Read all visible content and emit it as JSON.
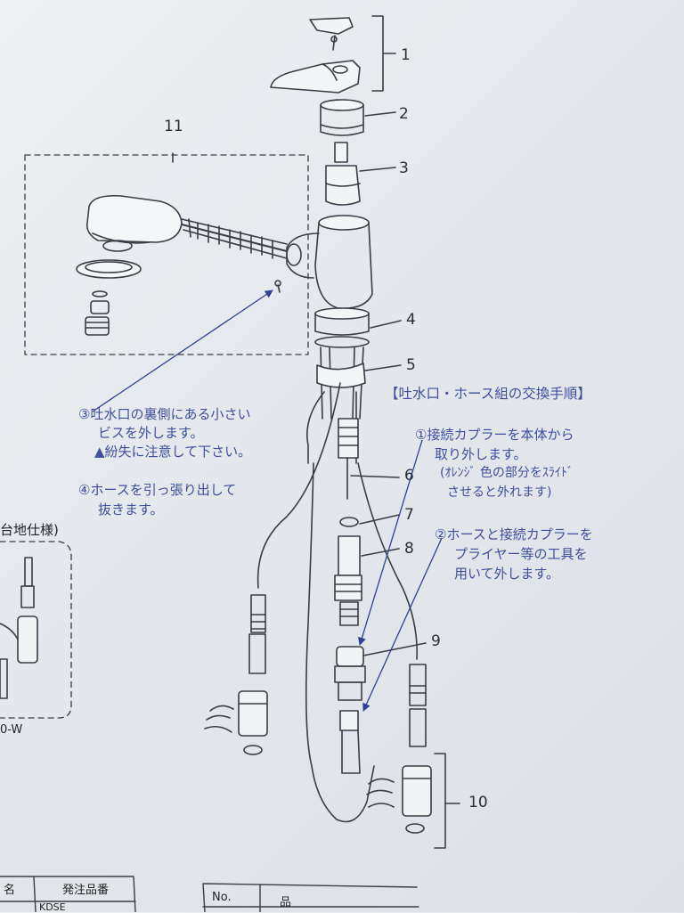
{
  "parts": {
    "p1": "1",
    "p2": "2",
    "p3": "3",
    "p4": "4",
    "p5": "5",
    "p6": "6",
    "p7": "7",
    "p8": "8",
    "p9": "9",
    "p10": "10",
    "p11": "11"
  },
  "procedure": {
    "title": "【吐水口・ホース組の交換手順】",
    "step1": [
      "①接続カプラーを本体から",
      "取り外します。",
      "(ｵﾚﾝｼﾞ 色の部分をｽﾗｲﾄﾞ",
      "させると外れます)"
    ],
    "step2": [
      "②ホースと接続カプラーを",
      "プライヤー等の工具を",
      "用いて外します。"
    ],
    "step3": [
      "③吐水口の裏側にある小さい",
      "ビスを外します。",
      "▲紛失に注意して下さい。"
    ],
    "step4": [
      "④ホースを引っ張り出して",
      "抜きます。"
    ]
  },
  "side_panel": {
    "title": "台地仕様)",
    "model_suffix": "0-W"
  },
  "table": {
    "left_col1": "名",
    "left_col2": "発注品番",
    "left_row_value": "KDSE",
    "right_col1": "No.",
    "right_col2": "品"
  },
  "colors": {
    "ink_blue": "#3f4f9c",
    "line": "#3a3d44",
    "paper": "#e6e9ee"
  }
}
